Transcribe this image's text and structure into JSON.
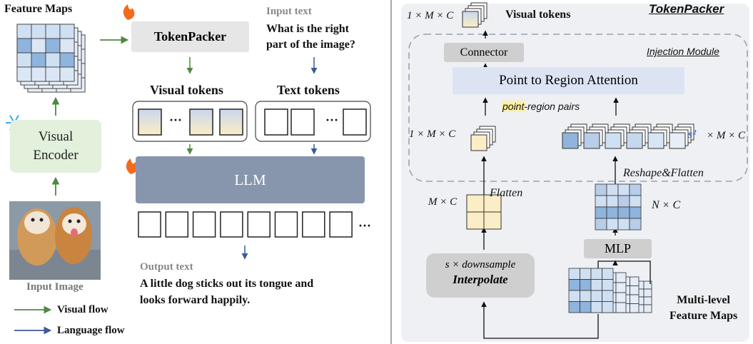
{
  "left": {
    "feature_maps_label": "Feature Maps",
    "visual_encoder_label": "Visual\nEncoder",
    "input_image_label": "Input Image",
    "tokenpacker_label": "TokenPacker",
    "input_text_header": "Input text",
    "input_text": "What is the right\npart of the image?",
    "visual_tokens_label": "Visual tokens",
    "text_tokens_label": "Text tokens",
    "ellipsis": "···",
    "llm_label": "LLM",
    "output_text_header": "Output text",
    "output_text": "A little dog sticks out its tongue and\nlooks forward happily.",
    "legend": {
      "visual_flow": "Visual flow",
      "language_flow": "Language flow"
    }
  },
  "right": {
    "title": "TokenPacker",
    "visual_tokens_label": "Visual tokens",
    "top_dim_label": "1 × M × C",
    "connector_label": "Connector",
    "injection_module_label": "Injection Module",
    "attention_label": "Point to Region Attention",
    "pairs_label": "point-region pairs",
    "left_dim_label": "1 × M × C",
    "right_dim_prefix": "s²",
    "right_dim_suffix": "× M × C",
    "flatten_label": "Flatten",
    "reshape_flatten_label": "Reshape&Flatten",
    "mc_label": "M × C",
    "nc_label": "N × C",
    "mlp_label": "MLP",
    "downsample_label": "s × downsample",
    "interpolate_label": "Interpolate",
    "multilevel_label": "Multi-level\nFeature Maps"
  },
  "colors": {
    "visual_arrow": "#4e8a3e",
    "language_arrow": "#3a5a98",
    "tokenpacker_bg": "#e6e6e6",
    "encoder_bg": "#e2f0dc",
    "llm_bg": "#8896ad",
    "attention_bg": "#dce4f4",
    "panel_bg": "#eef0f3",
    "dashed_border": "#9aa3b0",
    "token_yellow": "#fbedc5",
    "grid_blue": "#cfe0f2",
    "grid_dark_blue": "#8fb4dd",
    "fire": "#f26b1d",
    "snow": "#39a9e6",
    "pairs_highlight": "#fdf0a8",
    "accent_blue": "#3d6fb6"
  }
}
